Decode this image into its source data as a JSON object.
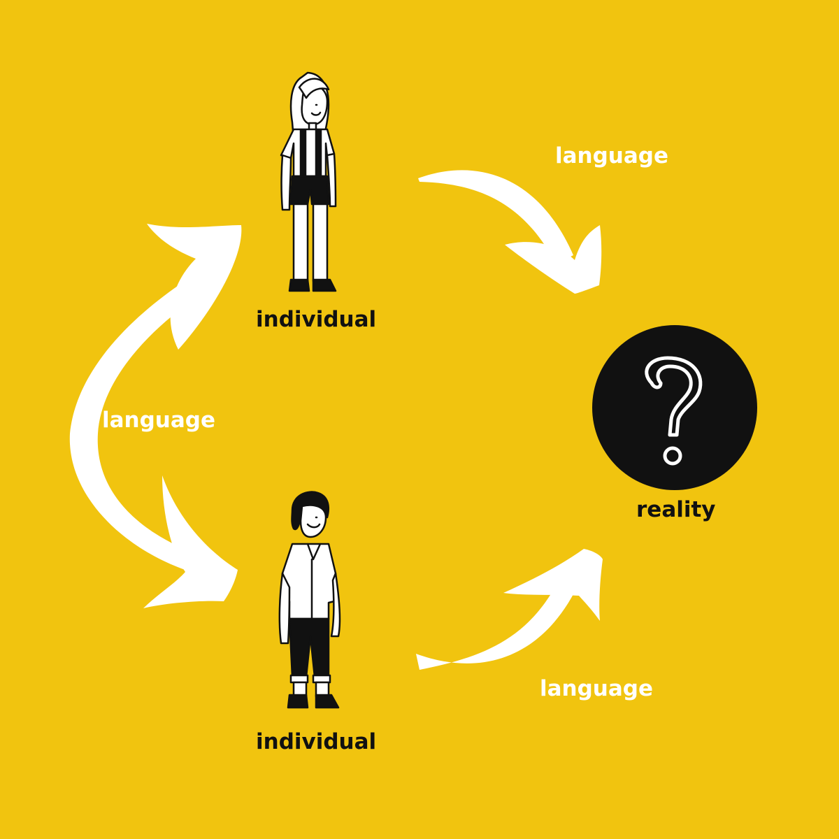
{
  "colors": {
    "background": "#f1c40f",
    "arrow": "#ffffff",
    "ink": "#111111",
    "reality_circle": "#111111",
    "question_mark": "#ffffff"
  },
  "labels": {
    "top_individual": "individual",
    "bottom_individual": "individual",
    "reality": "reality",
    "arrow_top_right": "language",
    "arrow_left": "language",
    "arrow_bottom_right": "language"
  },
  "icons": {
    "reality": "question-mark-icon",
    "person_top": "woman-figure-icon",
    "person_bottom": "man-figure-icon"
  }
}
